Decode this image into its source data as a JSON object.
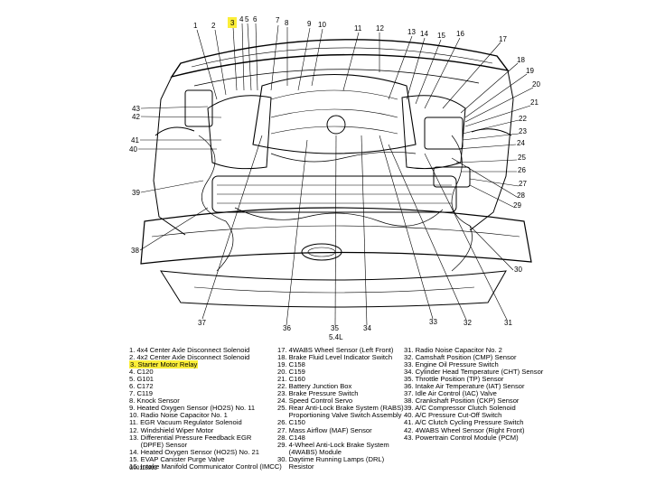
{
  "engine_label": "5.4L",
  "reference_code": "G00118933",
  "highlight_color": "#fbee38",
  "callouts": [
    "1",
    "2",
    "3",
    "4",
    "5",
    "6",
    "7",
    "8",
    "9",
    "10",
    "11",
    "12",
    "13",
    "14",
    "15",
    "16",
    "17",
    "18",
    "19",
    "20",
    "21",
    "22",
    "23",
    "24",
    "25",
    "26",
    "27",
    "28",
    "29",
    "30",
    "31",
    "32",
    "33",
    "34",
    "35",
    "36",
    "37",
    "38",
    "39",
    "40",
    "41",
    "42",
    "43"
  ],
  "legend": {
    "col1": [
      "1. 4x4 Center Axle Disconnect Solenoid",
      "2. 4x2 Center Axle Disconnect Solenoid",
      "3. Starter Motor Relay",
      "4. C120",
      "5. G101",
      "6. C172",
      "7. C119",
      "8. Knock Sensor",
      "9. Heated Oxygen Sensor (HO2S) No. 11",
      "10. Radio Noise Capacitor No. 1",
      "11. EGR Vacuum Regulator Solenoid",
      "12. Windshield Wiper Motor",
      "13. Differential Pressure Feedback EGR",
      "      (DPFE) Sensor",
      "14. Heated Oxygen Sensor (HO2S) No. 21",
      "15. EVAP Canister Purge Valve",
      "16. Intake Manifold Communicator Control (IMCC)"
    ],
    "col2": [
      "17. 4WABS Wheel Sensor (Left Front)",
      "18. Brake Fluid Level Indicator Switch",
      "19. C158",
      "20. C159",
      "21. C160",
      "22. Battery Junction Box",
      "23. Brake Pressure Switch",
      "24. Speed Control Servo",
      "25. Rear Anti-Lock Brake System (RABS)",
      "      Proportioning Valve Switch Assembly",
      "26. C150",
      "27. Mass Airflow (MAF) Sensor",
      "28. C148",
      "29. 4-Wheel Anti-Lock Brake System",
      "      (4WABS) Module",
      "30. Daytime Running Lamps (DRL)",
      "      Resistor"
    ],
    "col3": [
      "31. Radio Noise Capacitor No. 2",
      "32. Camshaft Position (CMP) Sensor",
      "33. Engine Oil Pressure Switch",
      "34. Cylinder Head Temperature (CHT) Sensor",
      "35. Throttle Position (TP) Sensor",
      "36. Intake Air Temperature (IAT) Sensor",
      "37. Idle Air Control (IAC) Valve",
      "38. Crankshaft Position (CKP) Sensor",
      "39. A/C Compressor Clutch Solenoid",
      "40. A/C Pressure Cut-Off Switch",
      "41. A/C Clutch Cycling Pressure Switch",
      "42. 4WABS Wheel Sensor (Right Front)",
      "43. Powertrain Control Module (PCM)"
    ]
  }
}
